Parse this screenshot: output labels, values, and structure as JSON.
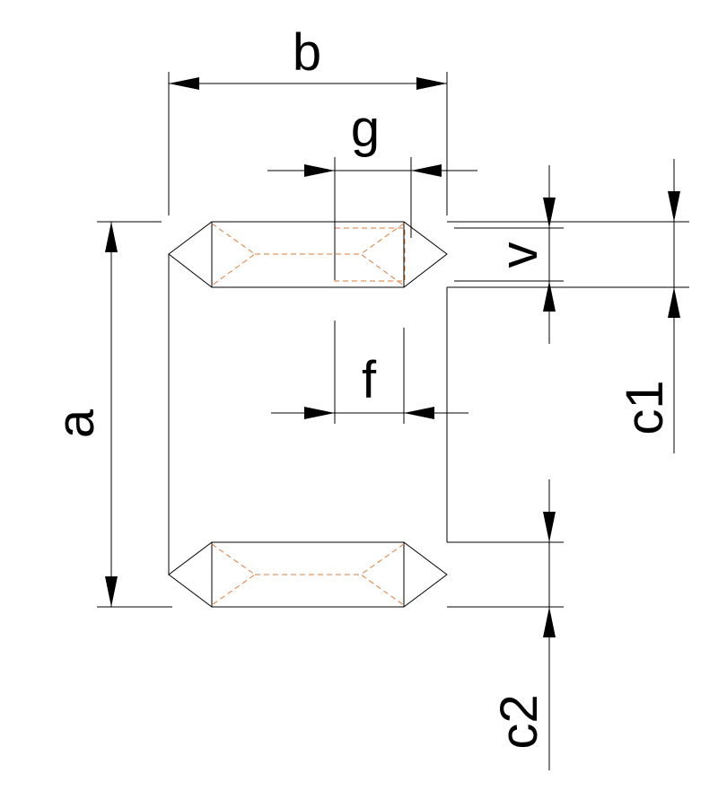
{
  "labels": {
    "a": "a",
    "b": "b",
    "g": "g",
    "v": "v",
    "f": "f",
    "c1": "c1",
    "c2": "c2"
  },
  "colors": {
    "outline": "#000000",
    "hidden_line": "#e07b39",
    "background": "#ffffff"
  }
}
